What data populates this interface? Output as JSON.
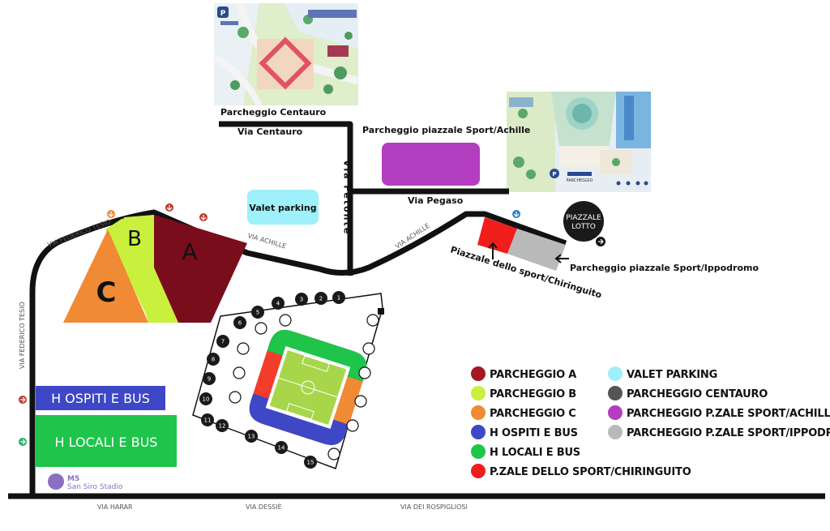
{
  "roads": {
    "via_centauro": "Via Centauro",
    "via_fetonte": "Via Fetonte",
    "via_pegaso": "Via Pegaso",
    "via_achille_1": "VIA ACHILLE",
    "via_achille_2": "VIA ACHILLE",
    "via_federico_tesio_top": "VIA FEDERICO TESIO",
    "via_federico_tesio_side": "VIA FEDERICO TESIO",
    "via_harar": "VIA HARAR",
    "via_dessie": "VIA DESSIÈ",
    "via_dei_rospigliosi": "VIA DEI ROSPIGLIOSI"
  },
  "places": {
    "parcheggio_centauro": "Parcheggio Centauro",
    "parcheggio_sport_achille": "Parcheggio piazzale Sport/Achille",
    "valet_parking": "Valet parking",
    "piazzale_lotto_1": "PIAZZALE",
    "piazzale_lotto_2": "LOTTO",
    "piazzale_sport_chiringuito": "Piazzale dello sport/Chiringuito",
    "parcheggio_sport_ippodromo": "Parcheggio piazzale Sport/Ippodromo",
    "metro_line": "M5",
    "metro_station": "San Siro Stadio"
  },
  "zones": {
    "a": "A",
    "b": "B",
    "c": "C",
    "ospiti": "H OSPITI E BUS",
    "locali": "H LOCALI E BUS"
  },
  "stadium_numbers": [
    "1",
    "2",
    "3",
    "4",
    "5",
    "6",
    "7",
    "8",
    "9",
    "10",
    "11",
    "12",
    "13",
    "14",
    "15"
  ],
  "thumbnails": {
    "centauro_pin": "P",
    "sport_pin": "P",
    "sport_caption": "PARCHEGGIO"
  },
  "legend": [
    {
      "label": "PARCHEGGIO A",
      "color": "#a3191f"
    },
    {
      "label": "PARCHEGGIO B",
      "color": "#c8f03c"
    },
    {
      "label": "PARCHEGGIO C",
      "color": "#f08a35"
    },
    {
      "label": "H OSPITI E BUS",
      "color": "#3e47c6"
    },
    {
      "label": "H LOCALI E BUS",
      "color": "#1fc44a"
    },
    {
      "label": "P.ZALE DELLO SPORT/CHIRINGUITO",
      "color": "#f01d1d"
    },
    {
      "label": "VALET PARKING",
      "color": "#9ef0fa"
    },
    {
      "label": "PARCHEGGIO CENTAURO",
      "color": "#555555"
    },
    {
      "label": "PARCHEGGIO P.ZALE SPORT/ACHILLE",
      "color": "#b33ec0"
    },
    {
      "label": "PARCHEGGIO P.ZALE SPORT/IPPODROMO",
      "color": "#b9b9b9"
    }
  ],
  "colors": {
    "zone_a": "#7a0d1c",
    "zone_b": "#c8f03c",
    "zone_c": "#f08a35",
    "ospiti": "#3e47c6",
    "locali": "#1fc44a",
    "valet": "#9ef0fa",
    "sport_achille": "#b33ec0",
    "chiringuito": "#f01d1d",
    "ippodromo": "#b9b9b9",
    "metro": "#8a6fc0"
  }
}
